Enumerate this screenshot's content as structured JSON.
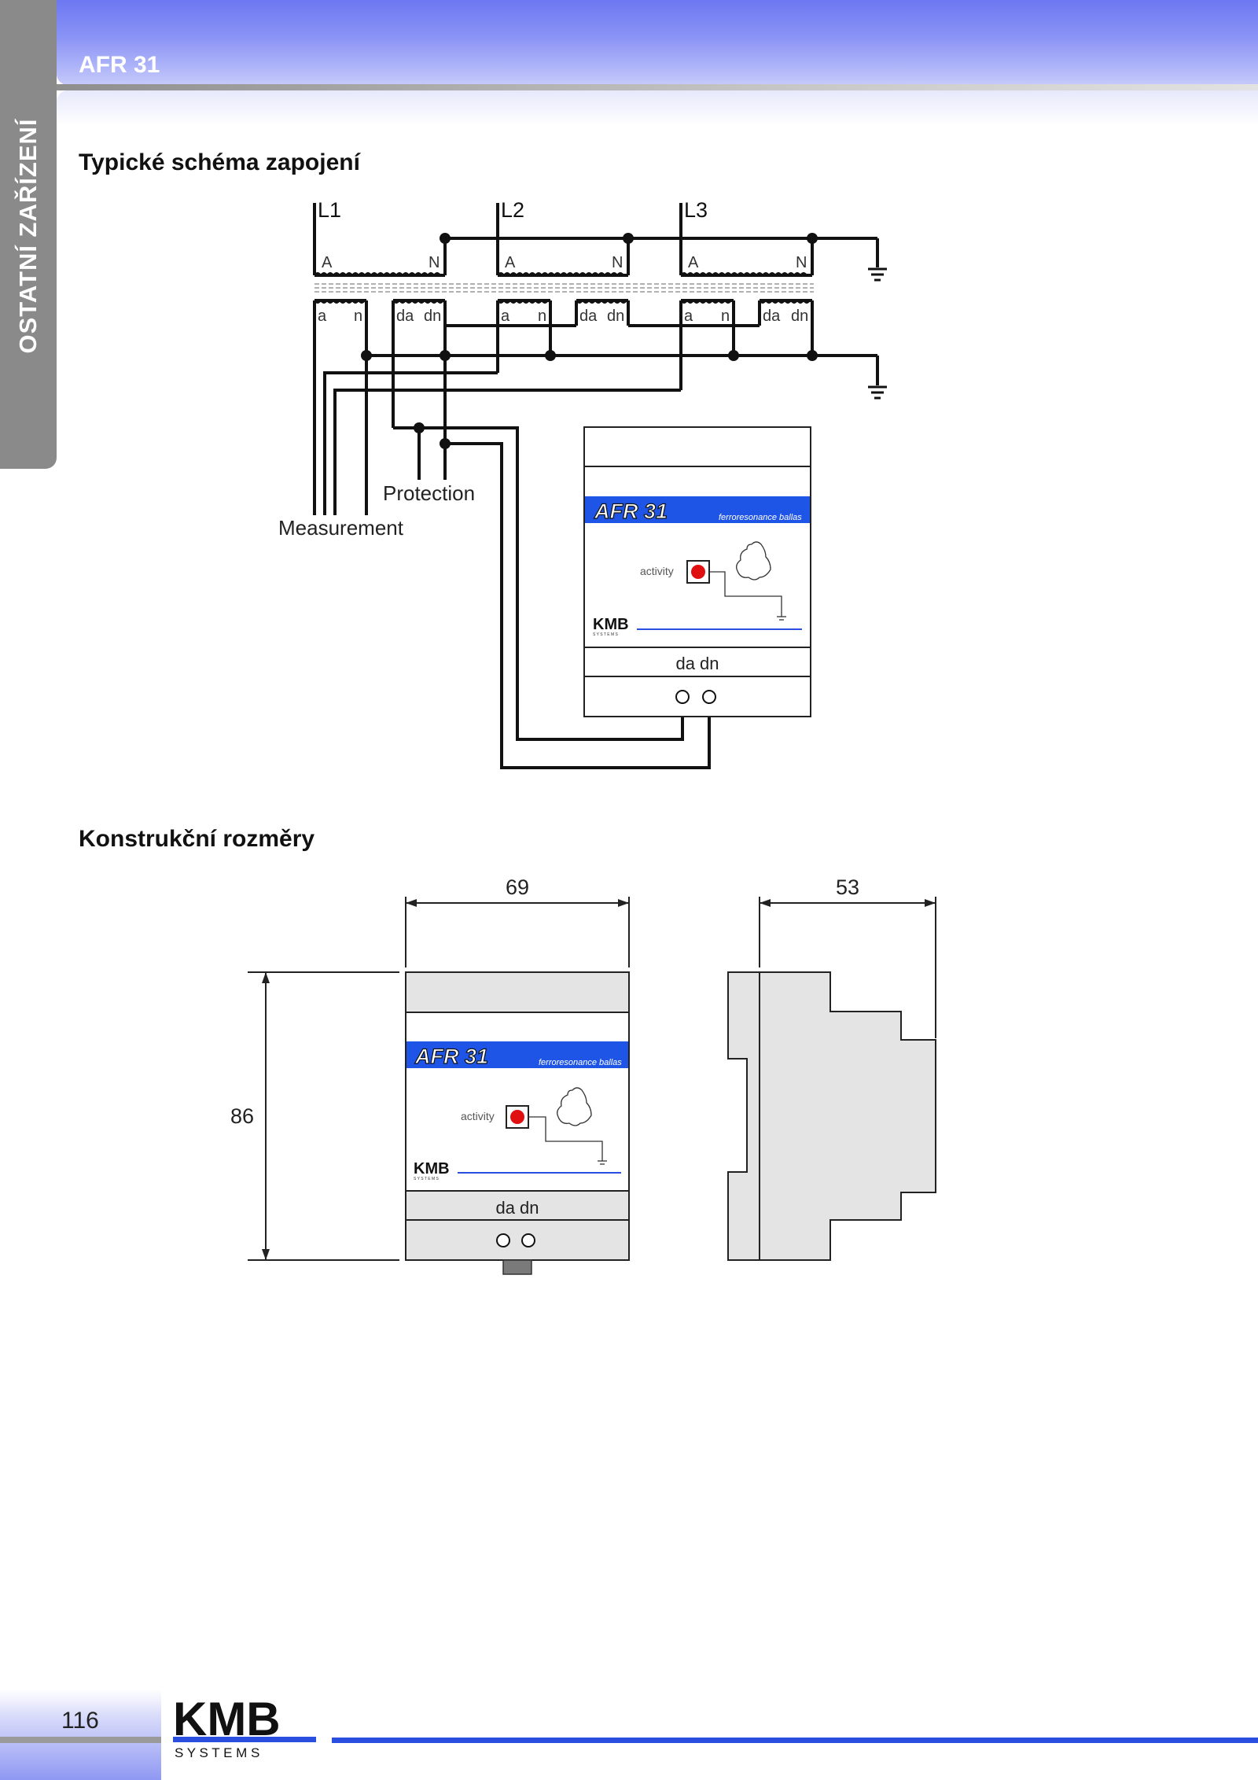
{
  "sidebar": {
    "label": "OSTATNÍ ZAŘÍZENÍ"
  },
  "header": {
    "title": "AFR 31"
  },
  "sections": {
    "wiring_title": "Typické schéma zapojení",
    "dimensions_title": "Konstrukční rozměry"
  },
  "wiring": {
    "phases": [
      "L1",
      "L2",
      "L3"
    ],
    "primary_a": "A",
    "primary_n": "N",
    "sec_a": "a",
    "sec_n": "n",
    "sec_da": "da",
    "sec_dn": "dn",
    "protection_label": "Protection",
    "measurement_label": "Measurement"
  },
  "device": {
    "brand": "AFR 31",
    "subtitle": "ferroresonance ballas",
    "activity_label": "activity",
    "terminals_label": "da dn",
    "logo_main": "KMB",
    "logo_sub": "S Y S T E M S"
  },
  "dimensions": {
    "front_width": "69",
    "side_depth": "53",
    "height": "86"
  },
  "footer": {
    "page_number": "116",
    "logo_main": "KMB",
    "logo_sub": "S Y S T E M S"
  }
}
